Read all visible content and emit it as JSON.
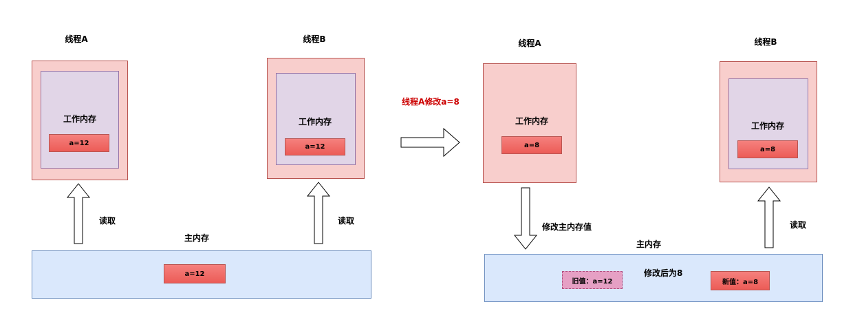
{
  "left": {
    "thread_a": {
      "title": "线程A",
      "workmem": "工作内存",
      "value": "a=12"
    },
    "thread_b": {
      "title": "线程B",
      "workmem": "工作内存",
      "value": "a=12"
    },
    "main": {
      "title": "主内存",
      "value": "a=12"
    },
    "read_a": "读取",
    "read_b": "读取"
  },
  "transition": "线程A修改a=8",
  "right": {
    "thread_a": {
      "title": "线程A",
      "workmem": "工作内存",
      "value": "a=8"
    },
    "thread_b": {
      "title": "线程B",
      "workmem": "工作内存",
      "value": "a=8"
    },
    "main": {
      "title": "主内存",
      "old_value": "旧值：a=12",
      "new_value": "新值：a=8",
      "change_label": "修改后为8"
    },
    "modify_label": "修改主内存值",
    "read_b": "读取"
  },
  "colors": {
    "thread_fill": "#f8cecc",
    "workmem_fill": "#e1d5e7",
    "main_fill": "#dae8fc",
    "value_fill": "#ea6b66",
    "transition_text": "#cc0000"
  }
}
